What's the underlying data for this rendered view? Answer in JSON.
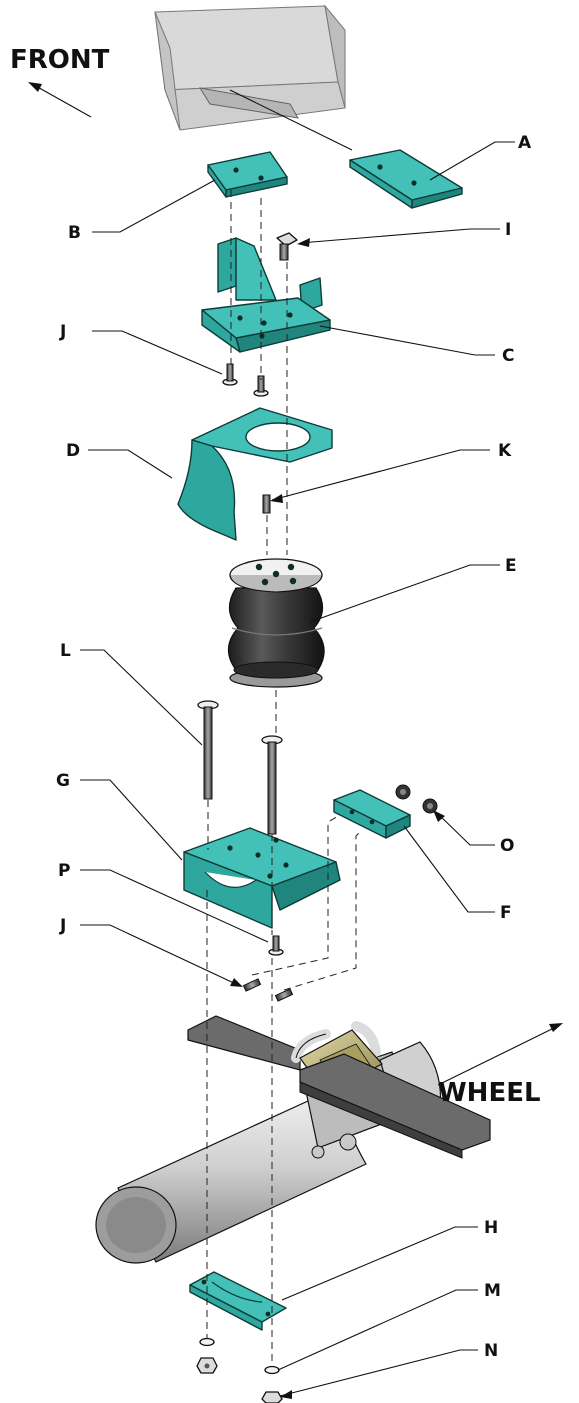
{
  "orientation": {
    "front_label": "FRONT",
    "wheel_label": "WHEEL"
  },
  "callouts": [
    "A",
    "B",
    "I",
    "J",
    "C",
    "D",
    "K",
    "E",
    "L",
    "G",
    "P",
    "J",
    "F",
    "O",
    "H",
    "M",
    "N"
  ],
  "colors": {
    "bracket_teal": "#2ea79e",
    "bellow_dark": "#3a3a3a",
    "axle_grey": "#b8b8b8",
    "frame_grey": "#c8c8c8",
    "spring_pad_tan": "#b8ad6e"
  }
}
